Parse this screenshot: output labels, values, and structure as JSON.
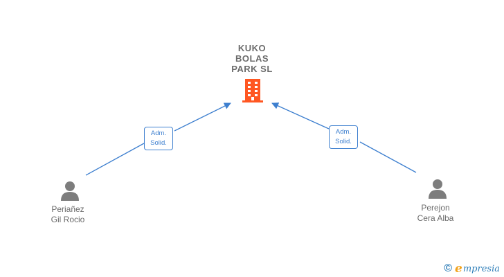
{
  "company": {
    "name_lines": [
      "KUKO",
      "BOLAS",
      "PARK  SL"
    ],
    "color": "#ff5722"
  },
  "people": [
    {
      "name_lines": [
        "Periañez",
        "Gil Rocio"
      ],
      "icon": "person-icon"
    },
    {
      "name_lines": [
        "Perejon",
        "Cera Alba"
      ],
      "icon": "person-icon"
    }
  ],
  "relations": [
    {
      "label_lines": [
        "Adm.",
        "Solid."
      ]
    },
    {
      "label_lines": [
        "Adm.",
        "Solid."
      ]
    }
  ],
  "colors": {
    "edge": "#3d7fcf",
    "text": "#6b6b6b",
    "person_icon": "#7d7d7d"
  },
  "brand": {
    "copyright": "©",
    "initial": "e",
    "rest": "mpresia"
  }
}
